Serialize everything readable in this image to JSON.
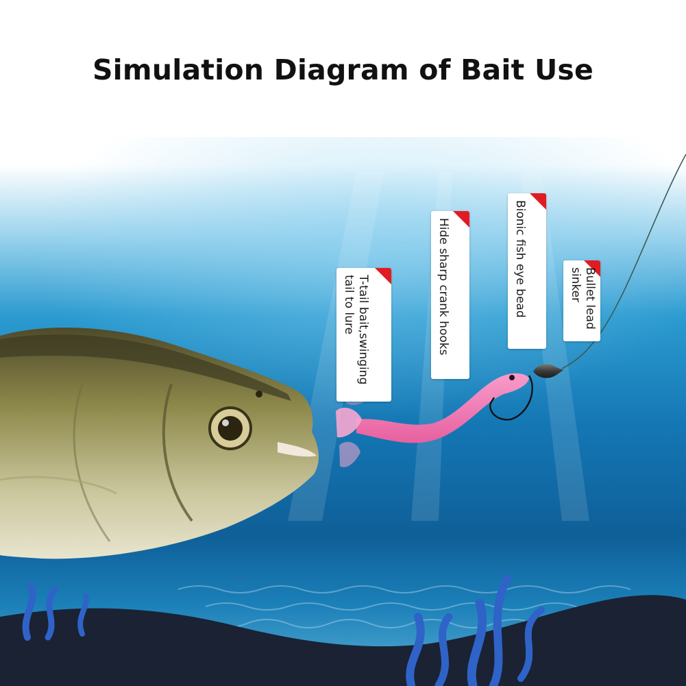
{
  "title": "Simulation Diagram of Bait Use",
  "labels": {
    "t_tail": "T-tail bait,swinging\ntail to lure",
    "hooks": "Hide sharp crank hooks",
    "eye_bead": "Bionic fish eye bead",
    "sinker": "Bullet lead\nsinker"
  },
  "colors": {
    "water_top": "#ffffff",
    "water_mid": "#1c95c9",
    "water_deep": "#0a4f86",
    "seabed": "#1a2233",
    "bait": "#f27fb8",
    "label_corner": "#e21b23"
  }
}
